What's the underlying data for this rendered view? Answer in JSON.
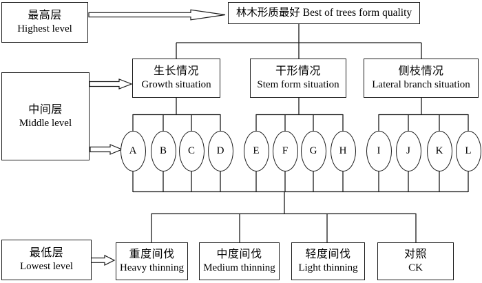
{
  "levels": {
    "highest": {
      "zh": "最高层",
      "en": "Highest level"
    },
    "middle": {
      "zh": "中间层",
      "en": "Middle level"
    },
    "lowest": {
      "zh": "最低层",
      "en": "Lowest level"
    }
  },
  "root": {
    "label": "林木形质最好 Best of trees form quality"
  },
  "criteria": {
    "growth": {
      "zh": "生长情况",
      "en": "Growth situation"
    },
    "stem": {
      "zh": "干形情况",
      "en": "Stem form situation"
    },
    "lateral": {
      "zh": "侧枝情况",
      "en": "Lateral branch situation"
    }
  },
  "indicators": [
    "A",
    "B",
    "C",
    "D",
    "E",
    "F",
    "G",
    "H",
    "I",
    "J",
    "K",
    "L"
  ],
  "treatments": {
    "heavy": {
      "zh": "重度间伐",
      "en": "Heavy thinning"
    },
    "medium": {
      "zh": "中度间伐",
      "en": "Medium thinning"
    },
    "light": {
      "zh": "轻度间伐",
      "en": "Light thinning"
    },
    "ck": {
      "zh": "对照",
      "en": "CK"
    }
  },
  "colors": {
    "line": "#1a1a1a",
    "background": "#ffffff",
    "text": "#000000"
  }
}
